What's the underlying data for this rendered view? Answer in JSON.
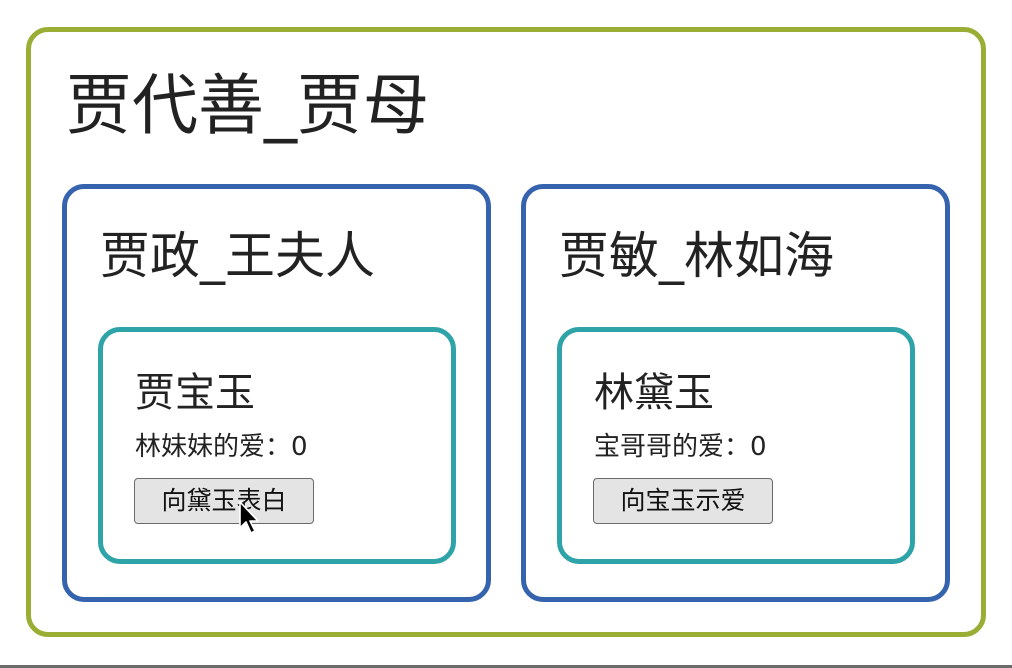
{
  "colors": {
    "grandparent_border": "#9aad35",
    "parent_border": "#3563ad",
    "child_border": "#2ea3a8",
    "button_bg": "#e4e4e4",
    "text": "#222222"
  },
  "grandparent": {
    "title": "贾代善_贾母"
  },
  "parents": [
    {
      "title": "贾政_王夫人",
      "child": {
        "name": "贾宝玉",
        "love_label": "林妹妹的爱：",
        "love_value": "0",
        "button_label": "向黛玉表白"
      }
    },
    {
      "title": "贾敏_林如海",
      "child": {
        "name": "林黛玉",
        "love_label": "宝哥哥的爱：",
        "love_value": "0",
        "button_label": "向宝玉示爱"
      }
    }
  ],
  "cursor": {
    "icon": "arrow-pointer-icon"
  }
}
